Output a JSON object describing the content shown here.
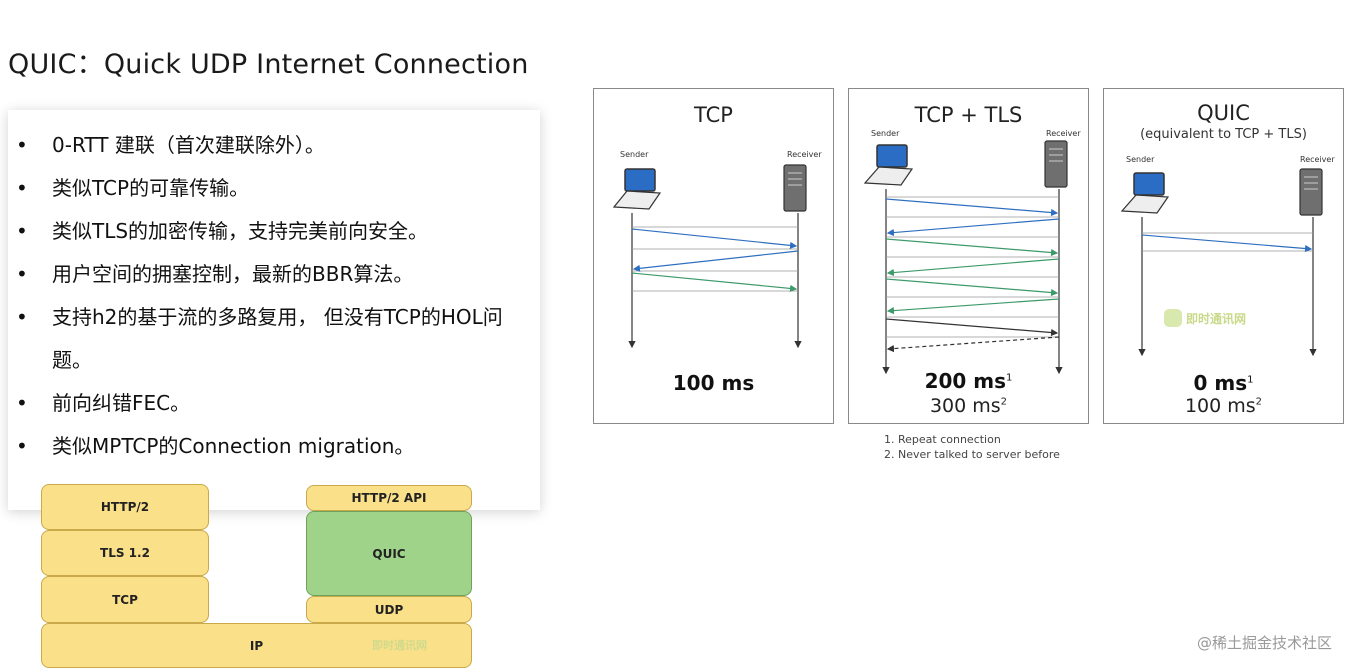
{
  "title": "QUIC：Quick UDP Internet Connection",
  "bullets": [
    "0-RTT 建联（首次建联除外）。",
    "类似TCP的可靠传输。",
    "类似TLS的加密传输，支持完美前向安全。",
    "用户空间的拥塞控制，最新的BBR算法。",
    "支持h2的基于流的多路复用， 但没有TCP的HOL问题。",
    "前向纠错FEC。",
    "类似MPTCP的Connection migration。"
  ],
  "stack": {
    "left": [
      "HTTP/2",
      "TLS 1.2",
      "TCP"
    ],
    "right": [
      "HTTP/2 API",
      "QUIC",
      "UDP"
    ],
    "base": "IP",
    "watermark": "即时通讯网"
  },
  "panels": [
    {
      "title": "TCP",
      "subtitle": "",
      "sender": "Sender",
      "receiver": "Receiver",
      "time_main": "100 ms",
      "time_main_sup": "",
      "time_sub": "",
      "time_sub_sup": ""
    },
    {
      "title": "TCP + TLS",
      "subtitle": "",
      "sender": "Sender",
      "receiver": "Receiver",
      "time_main": "200 ms",
      "time_main_sup": "1",
      "time_sub": "300 ms",
      "time_sub_sup": "2"
    },
    {
      "title": "QUIC",
      "subtitle": "(equivalent to TCP + TLS)",
      "sender": "Sender",
      "receiver": "Receiver",
      "time_main": "0 ms",
      "time_main_sup": "1",
      "time_sub": "100 ms",
      "time_sub_sup": "2",
      "watermark": "即时通讯网"
    }
  ],
  "footnotes": [
    "1. Repeat connection",
    "2. Never talked to server before"
  ],
  "footer_watermark": "@稀土掘金技术社区"
}
